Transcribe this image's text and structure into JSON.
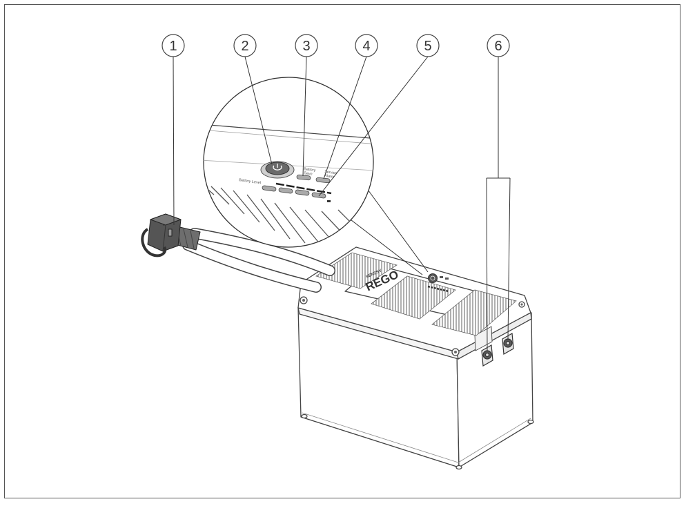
{
  "callouts": [
    {
      "number": "1",
      "target": "connector"
    },
    {
      "number": "2",
      "target": "power-button"
    },
    {
      "number": "3",
      "target": "indicator-a"
    },
    {
      "number": "4",
      "target": "indicator-b"
    },
    {
      "number": "5",
      "target": "battery-level-indicator"
    },
    {
      "number": "6",
      "target": "side-ports"
    }
  ],
  "panel": {
    "battery_level_label": "Battery Level"
  },
  "battery": {
    "brand_small": "SENSSY",
    "brand_large": "REGO"
  }
}
